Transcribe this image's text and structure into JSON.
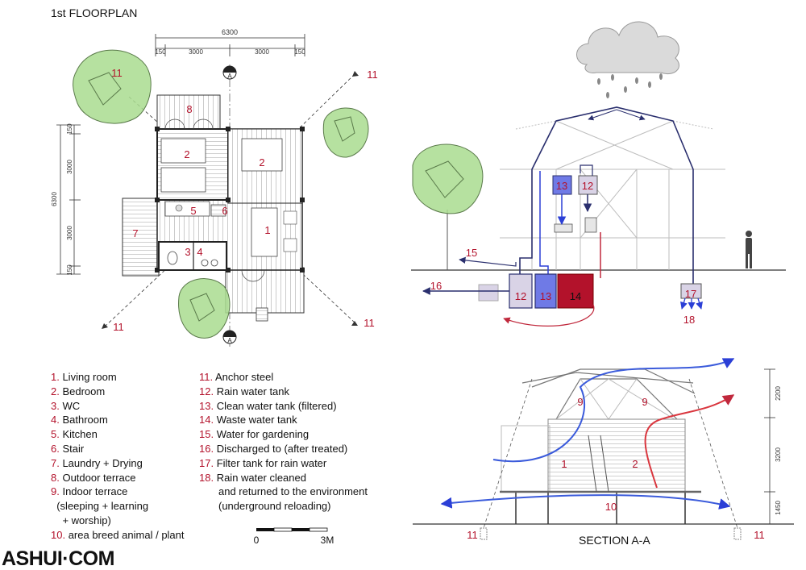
{
  "floorplan_title": "1st FLOORPLAN",
  "section_title": "SECTION A-A",
  "logo_text": "ASHUI·COM",
  "dimensions": {
    "top_total": "6300",
    "top_parts": [
      "150",
      "3000",
      "3000",
      "150"
    ],
    "left_total": "6300",
    "left_parts": [
      "150",
      "3000",
      "3000",
      "150"
    ],
    "section_parts": [
      "2200",
      "3200",
      "1450"
    ]
  },
  "section_marker": "A",
  "scale_bar": {
    "start": "0",
    "end": "3M"
  },
  "plan_labels": {
    "outdoor_terrace": "8",
    "bedroom_a": "2",
    "bedroom_b": "2",
    "kitchen": "5",
    "stair": "6",
    "laundry": "7",
    "living": "1",
    "wc": "3",
    "bathroom": "4",
    "anchor_tl": "11",
    "anchor_tr": "11",
    "anchor_bl": "11",
    "anchor_br": "11"
  },
  "water_labels": {
    "gardening": "15",
    "discharged": "16",
    "rain_tank_top": "12",
    "clean_tank_top": "13",
    "rain_tank_ground": "12",
    "clean_tank_ground": "13",
    "waste_tank": "14",
    "filter_tank": "17",
    "returned": "18"
  },
  "section_labels": {
    "terrace_left": "9",
    "terrace_right": "9",
    "space_1": "1",
    "space_2": "2",
    "breed_area": "10",
    "anchor_left": "11",
    "anchor_right": "11"
  },
  "legend_left": [
    {
      "num": "1.",
      "text": " Living room"
    },
    {
      "num": "2.",
      "text": " Bedroom"
    },
    {
      "num": "3.",
      "text": " WC"
    },
    {
      "num": "4.",
      "text": " Bathroom"
    },
    {
      "num": "5.",
      "text": " Kitchen"
    },
    {
      "num": "6.",
      "text": " Stair"
    },
    {
      "num": "7.",
      "text": " Laundry + Drying"
    },
    {
      "num": "8.",
      "text": " Outdoor terrace"
    },
    {
      "num": "9.",
      "text": " Indoor terrace"
    },
    {
      "num": "",
      "text": "  (sleeping + learning"
    },
    {
      "num": "",
      "text": "    + worship)"
    },
    {
      "num": "10.",
      "text": " area breed animal / plant"
    }
  ],
  "legend_right": [
    {
      "num": "11.",
      "text": " Anchor steel"
    },
    {
      "num": "12.",
      "text": " Rain water tank"
    },
    {
      "num": "13.",
      "text": " Clean water tank (filtered)"
    },
    {
      "num": "14.",
      "text": " Waste water tank"
    },
    {
      "num": "15.",
      "text": " Water for gardening"
    },
    {
      "num": "16.",
      "text": " Discharged to (after treated)"
    },
    {
      "num": "17.",
      "text": " Filter tank for rain water"
    },
    {
      "num": "18.",
      "text": " Rain water cleaned"
    },
    {
      "num": "",
      "text": "and returned to the environment"
    },
    {
      "num": "",
      "text": "(underground reloading)"
    }
  ],
  "colors": {
    "label_red": "#b3122b",
    "water_blue": "#2b3fd6",
    "navy": "#2a2f6e",
    "waste_red": "#b3122b",
    "tree_green": "#a9dc8f",
    "tank_gray": "#d9d3e6"
  }
}
